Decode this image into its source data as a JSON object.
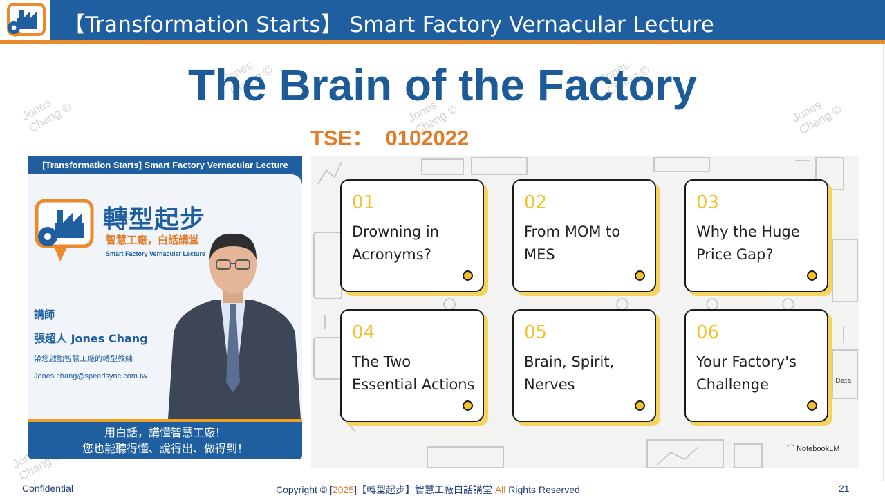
{
  "header": {
    "title": "【Transformation Starts】 Smart Factory Vernacular Lecture"
  },
  "slide": {
    "title": "The Brain of the Factory",
    "code": "TSE：  0102022"
  },
  "watermark": {
    "line1": "Jones",
    "line2": "Chang ©"
  },
  "lecture_card": {
    "header": "[Transformation Starts] Smart Factory Vernacular Lecture",
    "brand_name": "轉型起步",
    "brand_sub": "智慧工廠，白話講堂",
    "brand_en": "Smart Factory Vernacular Lecture",
    "role": "講師",
    "lecturer": "張超人 Jones Chang",
    "description": "帶您啟動智慧工廠的轉型教練",
    "email": "Jones.chang@speedsync.com.tw",
    "slogan_line1": "用白話，講懂智慧工廠！",
    "slogan_line2": "您也能聽得懂、說得出、做得到！"
  },
  "topics": [
    {
      "number": "01",
      "line1": "Drowning in",
      "line2": "Acronyms?"
    },
    {
      "number": "02",
      "line1": "From MOM to",
      "line2": "MES"
    },
    {
      "number": "03",
      "line1": "Why the Huge",
      "line2": "Price Gap?"
    },
    {
      "number": "04",
      "line1": "The Two",
      "line2": "Essential Actions"
    },
    {
      "number": "05",
      "line1": "Brain, Spirit,",
      "line2": "Nerves"
    },
    {
      "number": "06",
      "line1": "Your Factory's",
      "line2": "Challenge"
    }
  ],
  "infographic": {
    "credit": "NotebookLM",
    "bg_label": "Data"
  },
  "footer": {
    "left": "Confidential",
    "copyright_pre": "Copyright © [",
    "year": "2025",
    "copyright_mid": "]【轉型起步】智慧工廠白話講堂 ",
    "all": "All",
    "copyright_post": " Rights Reserved",
    "page": "21"
  },
  "colors": {
    "brand_blue": "#1f5fa0",
    "accent_orange": "#e07b2a",
    "tile_yellow": "#f2c12e"
  }
}
